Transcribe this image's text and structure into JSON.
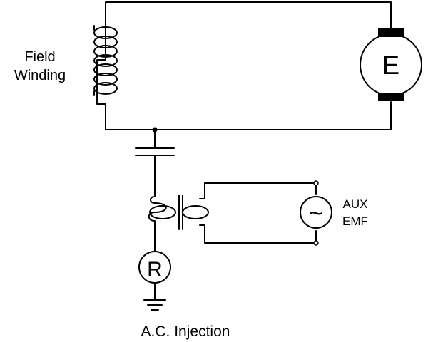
{
  "labels": {
    "field_line1": "Field",
    "field_line2": "Winding",
    "exciter": "E",
    "aux_line1": "AUX",
    "aux_line2": "EMF",
    "resistor": "R",
    "tilde": "~",
    "caption": "A.C. Injection"
  }
}
